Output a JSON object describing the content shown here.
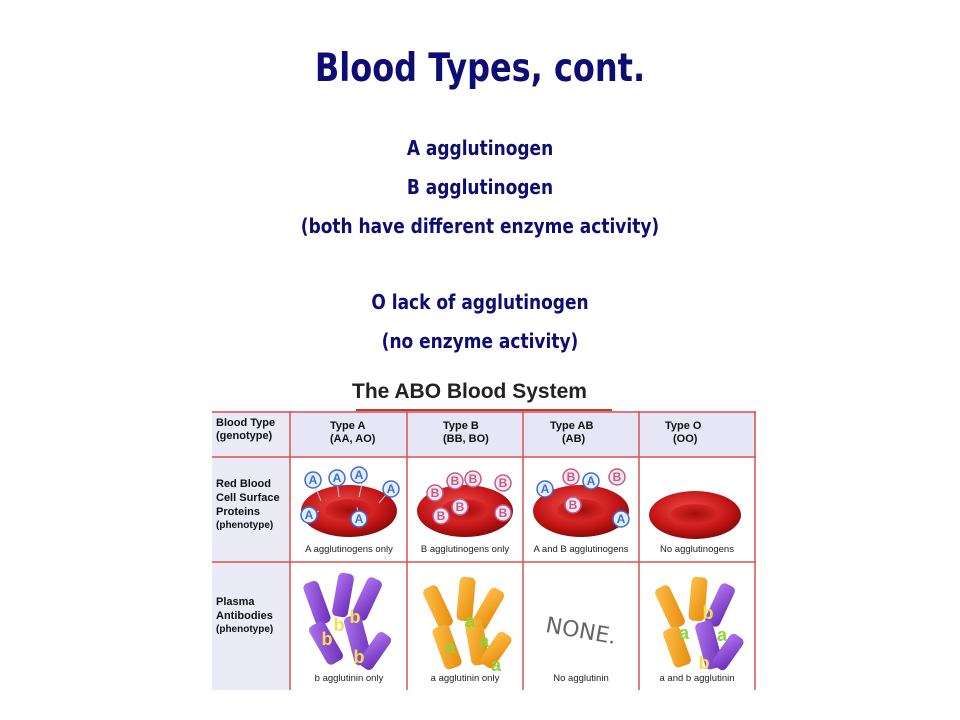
{
  "slide": {
    "title": "Blood Types,  cont.",
    "lines": [
      "A agglutinogen",
      "B agglutinogen",
      "(both have different enzyme activity)",
      "O   lack of agglutinogen",
      "(no enzyme activity)"
    ]
  },
  "figure": {
    "title": "The ABO Blood System",
    "row_labels": {
      "blood_type": [
        "Blood Type",
        "(genotype)"
      ],
      "rbc": [
        "Red Blood",
        "Cell Surface",
        "Proteins",
        "(phenotype)"
      ],
      "plasma": [
        "Plasma",
        "Antibodies",
        "(phenotype)"
      ]
    },
    "columns": [
      {
        "type": "Type A",
        "genotype": "(AA, AO)",
        "rbc_caption": "A agglutinogens only",
        "plasma_caption": "b agglutinin only"
      },
      {
        "type": "Type B",
        "genotype": "(BB, BO)",
        "rbc_caption": "B agglutinogens only",
        "plasma_caption": "a agglutinin only"
      },
      {
        "type": "Type AB",
        "genotype": "(AB)",
        "rbc_caption": "A and B agglutinogens",
        "plasma_caption": "No agglutinin"
      },
      {
        "type": "Type O",
        "genotype": "(OO)",
        "rbc_caption": "No agglutinogens",
        "plasma_caption": "a and b agglutinin"
      }
    ],
    "none_label": "NONE.",
    "colors": {
      "title_text": "#0d0d73",
      "grid_red": "#d9534f",
      "header_fill": "#e6e6f7",
      "cell_red": "#d81e1e",
      "antigen_blue": "#3a6fd8",
      "antigen_pink": "#c45a8a",
      "antibody_purple": "#8a3fd1",
      "antibody_orange": "#f39c12"
    }
  }
}
